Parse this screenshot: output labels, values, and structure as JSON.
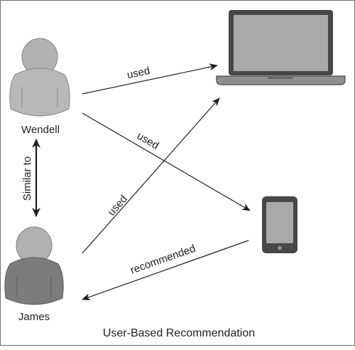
{
  "caption": "User-Based Recommendation",
  "users": {
    "wendell": {
      "name": "Wendell"
    },
    "james": {
      "name": "James"
    }
  },
  "edges": {
    "wendell_laptop": "used",
    "wendell_phone": "used",
    "james_laptop": "used",
    "phone_james": "recommended",
    "similarity": "Similar to"
  },
  "colors": {
    "wendell_body": "#b8b8b8",
    "james_body": "#7c7c7c",
    "person_head": "#b2b2b2",
    "device_frame": "#474747",
    "device_screen": "#a9a9a9",
    "line": "#1f1f1f"
  },
  "icons": {
    "wendell": "person-icon",
    "james": "person-icon",
    "laptop": "laptop-icon",
    "phone": "smartphone-icon"
  }
}
